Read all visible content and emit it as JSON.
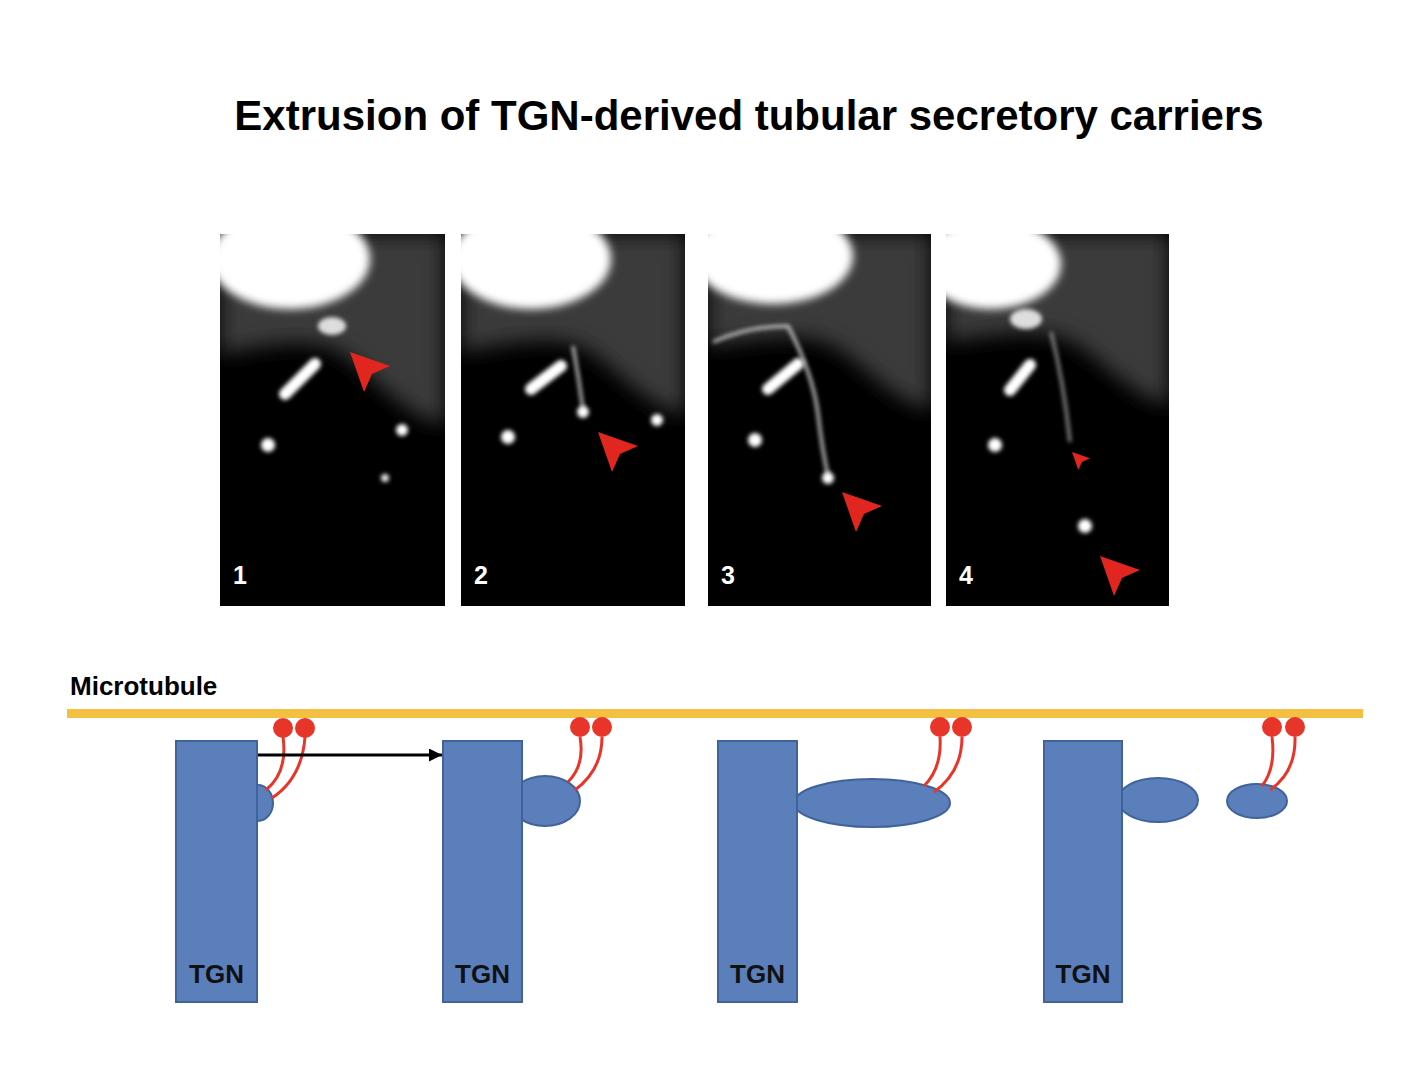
{
  "diagram": {
    "title": "Extrusion of TGN-derived tubular secretory carriers",
    "nodes": [
      {
        "text": [
          "TGN"
        ]
      },
      {
        "text": [
          "TGN"
        ]
      },
      {
        "text": [
          "TGN"
        ]
      },
      {
        "text": [
          "TGN"
        ]
      }
    ],
    "edges": [
      {
        "from": 0,
        "to": 1,
        "arrow": "to"
      }
    ],
    "labels": [
      "1",
      "2",
      "3",
      "4",
      "Microtubule"
    ]
  }
}
